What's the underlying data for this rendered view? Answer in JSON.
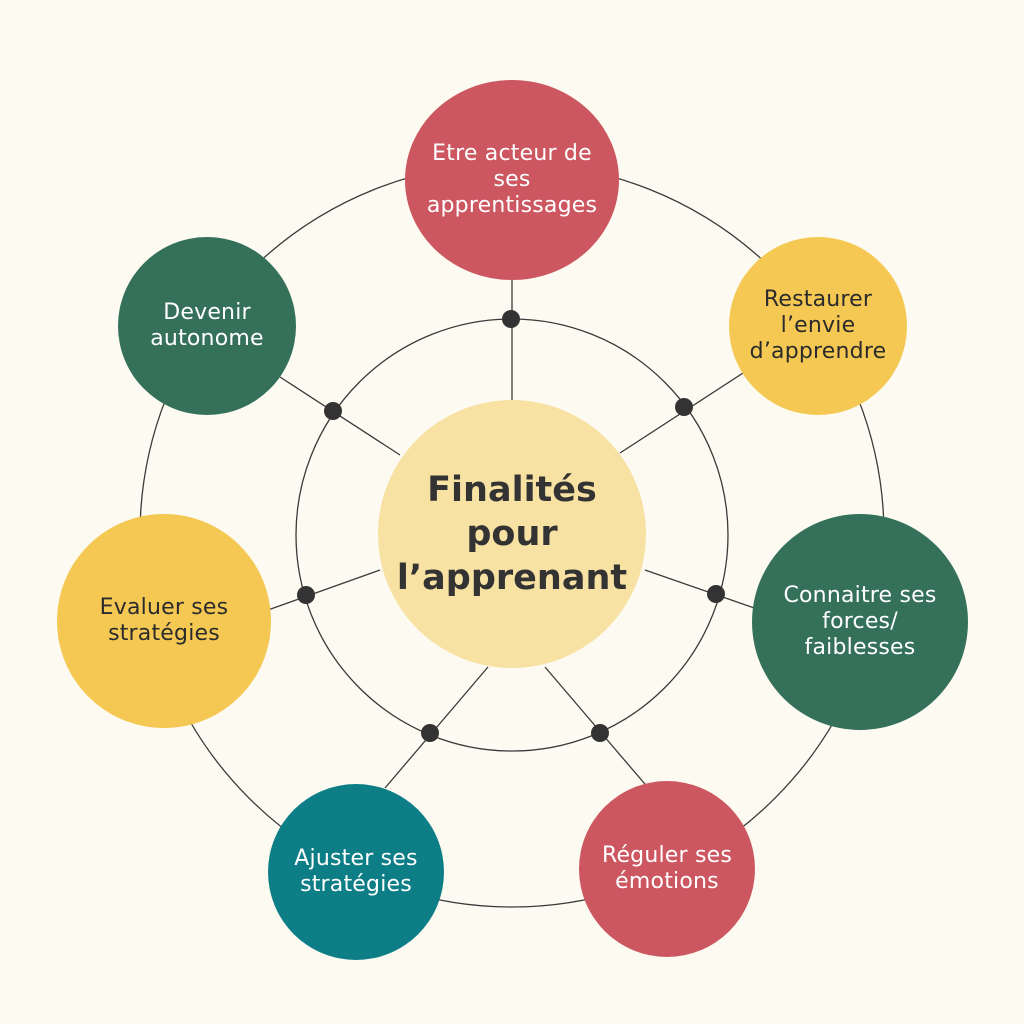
{
  "center": {
    "label": "Finalités pour\nl’apprenant"
  },
  "nodes": [
    {
      "label": "Etre acteur de\nses\napprentissages",
      "color": "#cc5761"
    },
    {
      "label": "Restaurer\nl’envie\nd’apprendre",
      "color": "#f4c853"
    },
    {
      "label": "Connaitre ses\nforces/\nfaiblesses",
      "color": "#35705a"
    },
    {
      "label": "Réguler ses\némotions",
      "color": "#cc5761"
    },
    {
      "label": "Ajuster ses\nstratégies",
      "color": "#0d7d86"
    },
    {
      "label": "Evaluer ses\nstratégies",
      "color": "#f4c853"
    },
    {
      "label": "Devenir\nautonome",
      "color": "#35705a"
    }
  ],
  "colors": {
    "background": "#fdfbf1",
    "center_fill": "#f7e1a3",
    "line": "#3a3a3a",
    "dot": "#333333"
  }
}
